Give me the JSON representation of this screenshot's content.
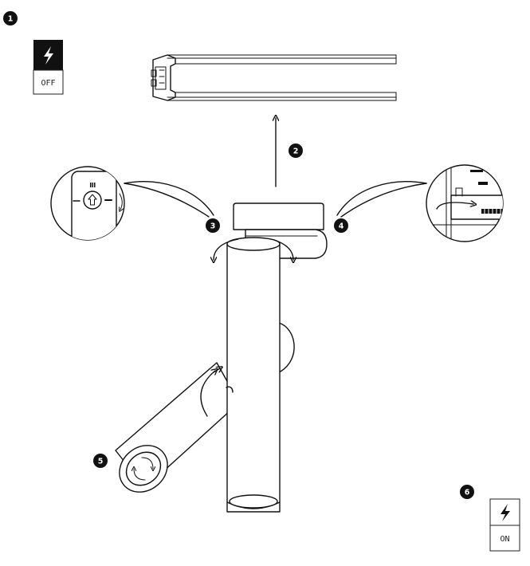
{
  "steps": [
    {
      "number": "1"
    },
    {
      "number": "2"
    },
    {
      "number": "3"
    },
    {
      "number": "4"
    },
    {
      "number": "5"
    },
    {
      "number": "6"
    }
  ],
  "power_off": {
    "label": "OFF",
    "icon": "lightning-bolt-icon"
  },
  "power_on": {
    "label": "ON",
    "icon": "lightning-bolt-icon"
  },
  "colors": {
    "ink": "#111111",
    "paper": "#ffffff"
  }
}
